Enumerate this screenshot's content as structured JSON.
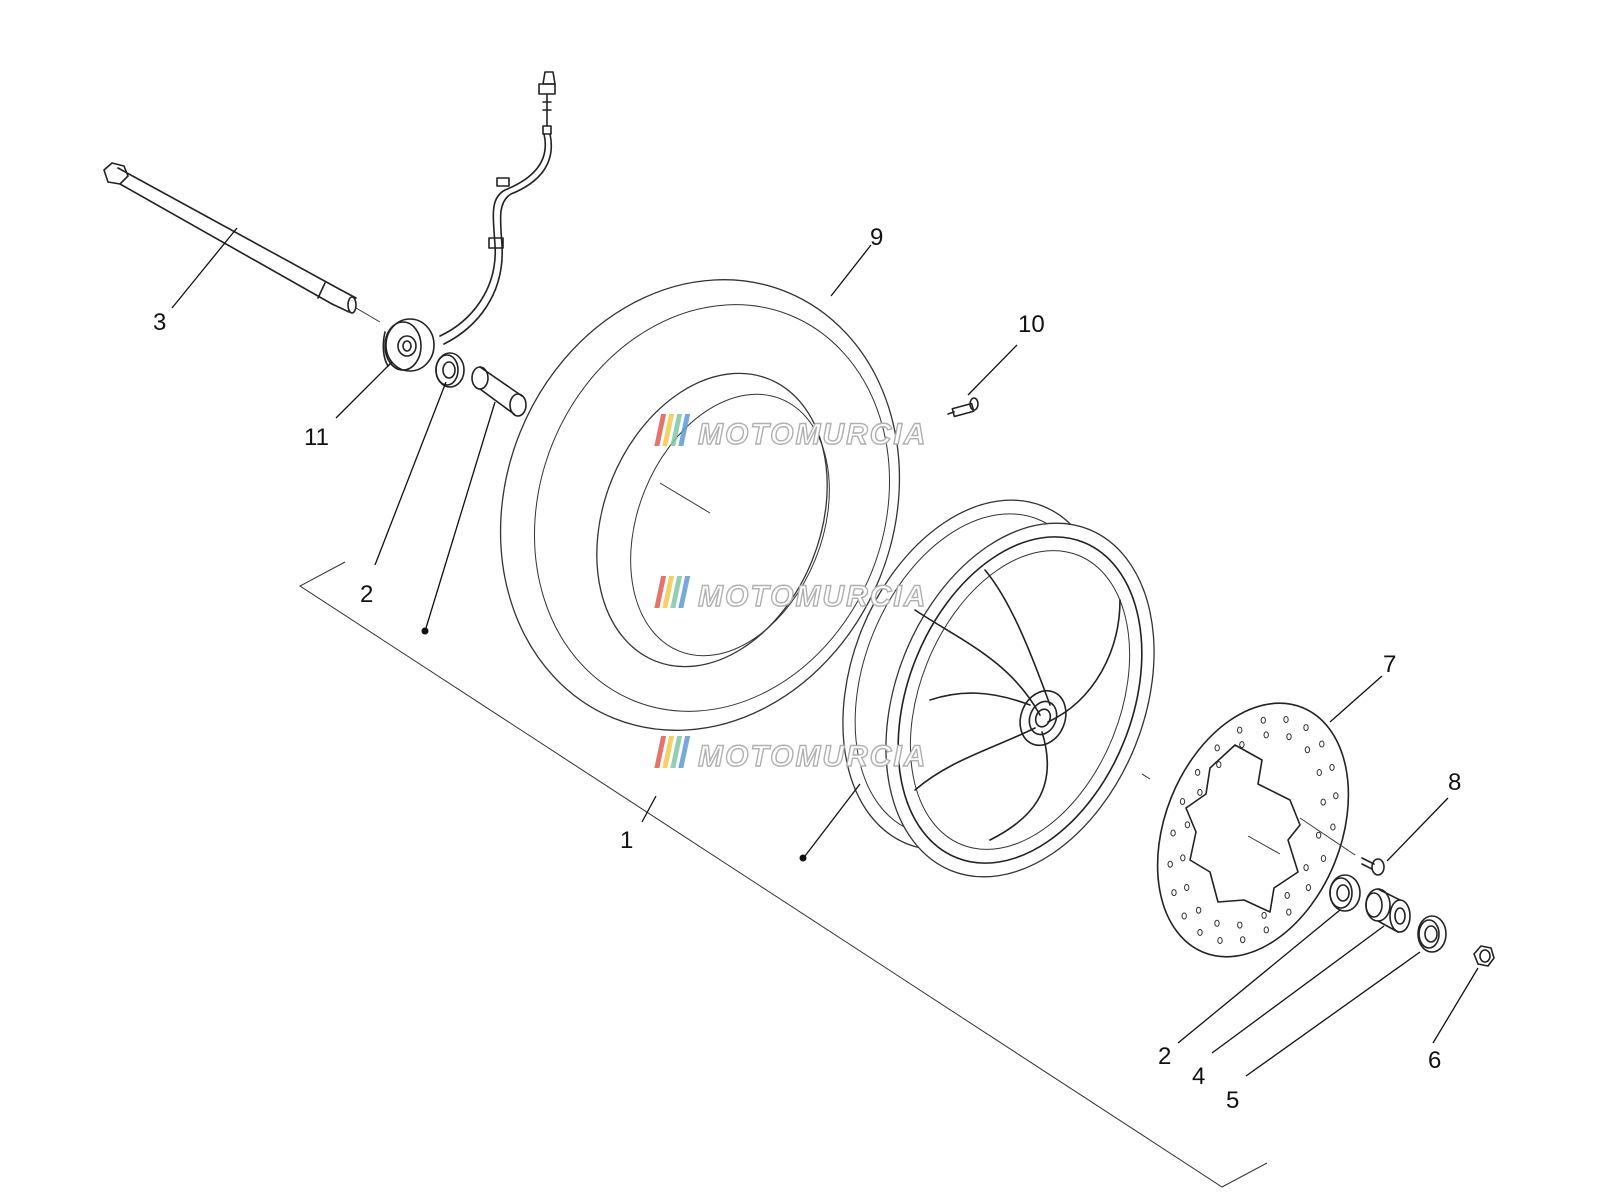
{
  "callouts": [
    {
      "id": "c1",
      "label": "1"
    },
    {
      "id": "c2a",
      "label": "2"
    },
    {
      "id": "c2b",
      "label": "2"
    },
    {
      "id": "c3",
      "label": "3"
    },
    {
      "id": "c4",
      "label": "4"
    },
    {
      "id": "c5",
      "label": "5"
    },
    {
      "id": "c6",
      "label": "6"
    },
    {
      "id": "c7",
      "label": "7"
    },
    {
      "id": "c8",
      "label": "8"
    },
    {
      "id": "c9",
      "label": "9"
    },
    {
      "id": "c10",
      "label": "10"
    },
    {
      "id": "c11",
      "label": "11"
    }
  ],
  "watermark": {
    "text": "MOTOMURCIA",
    "stripe_colors": [
      "#e25a4f",
      "#f2c94c",
      "#7fc8a9",
      "#5b9bd5"
    ],
    "text_color": "#b0b0b0"
  },
  "icons": {
    "axle": "axle-icon",
    "speed-sensor": "speed-sensor-icon",
    "bearing": "bearing-icon",
    "spacer": "spacer-icon",
    "tire": "tire-icon",
    "valve": "valve-icon",
    "rim": "rim-icon",
    "brake-disc": "brake-disc-icon",
    "screw": "screw-icon",
    "bushing": "bushing-icon",
    "washer": "washer-icon",
    "nut": "nut-icon"
  }
}
